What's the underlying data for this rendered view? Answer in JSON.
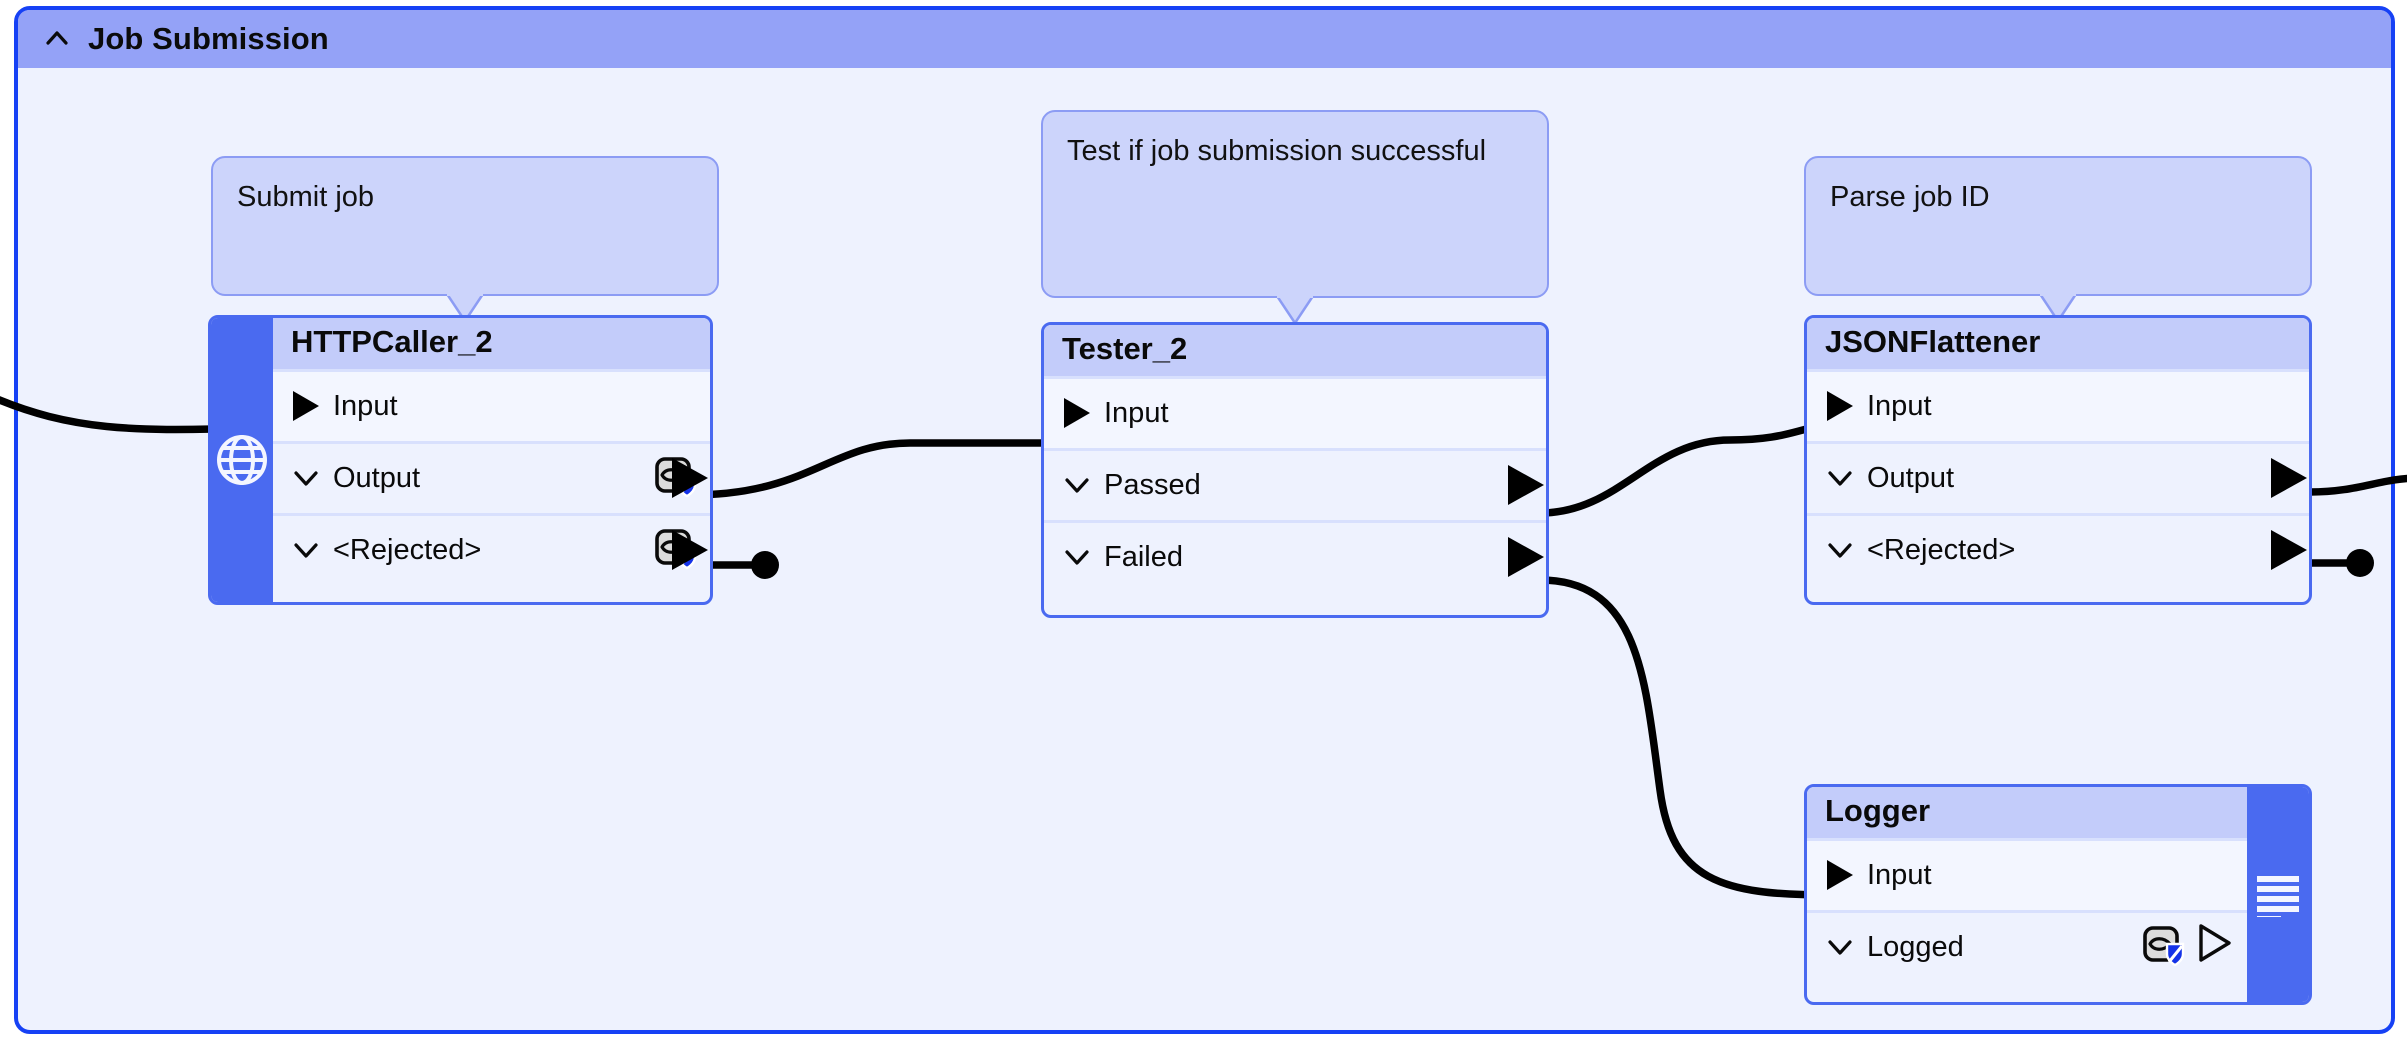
{
  "bookmark": {
    "title": "Job Submission",
    "collapse_icon": "chevron-up-icon",
    "border_color": "#1641f5",
    "header_color": "#94a2f7",
    "canvas_color": "#eef2fe"
  },
  "comments": [
    {
      "id": "comment-submit-job",
      "text": "Submit job"
    },
    {
      "id": "comment-test-if-job",
      "text": "Test if job submission successful"
    },
    {
      "id": "comment-parse-job-id",
      "text": "Parse job ID"
    }
  ],
  "nodes": [
    {
      "id": "node-httpcaller-2",
      "name": "HTTPCaller_2",
      "strip_side": "left",
      "strip_icon": "globe-icon",
      "ports": [
        {
          "name": "Input",
          "kind": "input",
          "arrow": "filled-triangle-icon",
          "chevron": null,
          "badges": []
        },
        {
          "name": "Output",
          "kind": "output",
          "arrow": "filled-triangle-icon",
          "chevron": "chevron-down-icon",
          "badges": [
            "watch-shield-icon"
          ]
        },
        {
          "name": "<Rejected>",
          "kind": "output",
          "arrow": "filled-triangle-icon",
          "chevron": "chevron-down-icon",
          "badges": [
            "watch-shield-icon"
          ]
        }
      ]
    },
    {
      "id": "node-tester-2",
      "name": "Tester_2",
      "strip_side": "none",
      "strip_icon": null,
      "ports": [
        {
          "name": "Input",
          "kind": "input",
          "arrow": "filled-triangle-icon",
          "chevron": null,
          "badges": []
        },
        {
          "name": "Passed",
          "kind": "output",
          "arrow": "filled-triangle-icon",
          "chevron": "chevron-down-icon",
          "badges": []
        },
        {
          "name": "Failed",
          "kind": "output",
          "arrow": "filled-triangle-icon",
          "chevron": "chevron-down-icon",
          "badges": []
        }
      ]
    },
    {
      "id": "node-jsonflattener",
      "name": "JSONFlattener",
      "strip_side": "none",
      "strip_icon": null,
      "ports": [
        {
          "name": "Input",
          "kind": "input",
          "arrow": "filled-triangle-icon",
          "chevron": null,
          "badges": []
        },
        {
          "name": "Output",
          "kind": "output",
          "arrow": "filled-triangle-icon",
          "chevron": "chevron-down-icon",
          "badges": []
        },
        {
          "name": "<Rejected>",
          "kind": "output",
          "arrow": "filled-triangle-icon",
          "chevron": "chevron-down-icon",
          "badges": []
        }
      ]
    },
    {
      "id": "node-logger",
      "name": "Logger",
      "strip_side": "right",
      "strip_icon": "log-lines-icon",
      "ports": [
        {
          "name": "Input",
          "kind": "input",
          "arrow": "filled-triangle-icon",
          "chevron": null,
          "badges": []
        },
        {
          "name": "Logged",
          "kind": "output",
          "arrow": "hollow-triangle-icon",
          "chevron": "chevron-down-icon",
          "badges": [
            "watch-shield-icon"
          ]
        }
      ]
    }
  ],
  "connections": [
    {
      "from": "canvas-left-edge",
      "to": "node-httpcaller-2.Input",
      "terminator": "arrow"
    },
    {
      "from": "node-httpcaller-2.Output",
      "to": "node-tester-2.Input",
      "terminator": "arrow"
    },
    {
      "from": "node-httpcaller-2.<Rejected>",
      "to": "dead-end",
      "terminator": "dot"
    },
    {
      "from": "node-tester-2.Passed",
      "to": "node-jsonflattener.Input",
      "terminator": "arrow"
    },
    {
      "from": "node-tester-2.Failed",
      "to": "node-logger.Input",
      "terminator": "arrow"
    },
    {
      "from": "node-jsonflattener.Output",
      "to": "canvas-right-edge",
      "terminator": "none"
    },
    {
      "from": "node-jsonflattener.<Rejected>",
      "to": "dead-end",
      "terminator": "dot"
    }
  ],
  "colors": {
    "wire": "#000000",
    "node_border": "#4a6af0",
    "node_title_bg": "#c3ccfa",
    "strip_bg": "#4a6af0",
    "comment_bg": "#ccd4fb",
    "comment_border": "#8c9cf4",
    "shield_blue": "#1533e8"
  }
}
